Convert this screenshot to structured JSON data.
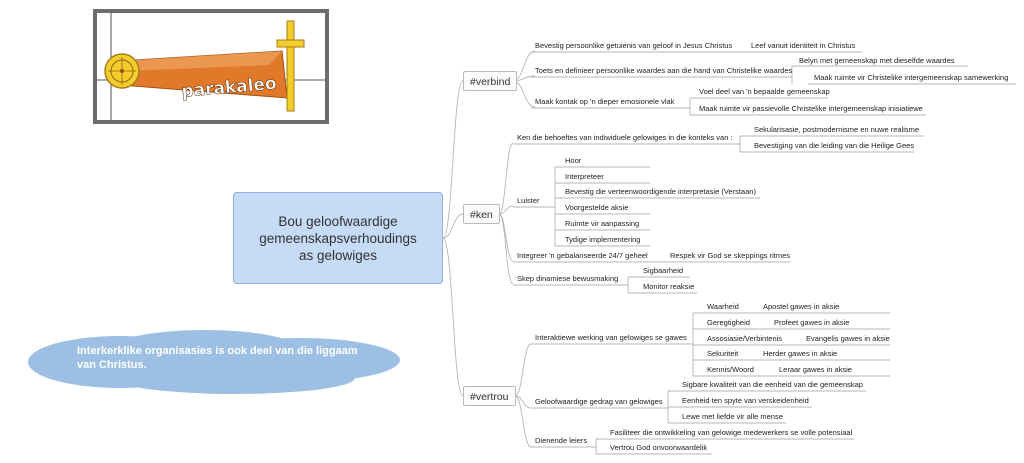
{
  "central": {
    "title": "Bou geloofwaardige\ngemeenskapsverhoudings\nas gelowiges"
  },
  "logo": {
    "wordmark": "parakaleo"
  },
  "cloud": {
    "text": "Interkerklike organisasies is ook deel van die liggaam van Christus."
  },
  "colors": {
    "central_fill": "#c6dbf6",
    "cloud_fill": "#9cbfe3",
    "logo_orange": "#e07a2a",
    "logo_gold": "#f4cc2c",
    "line": "#b5b5b5"
  },
  "branches": [
    {
      "label": "#verbind",
      "children": [
        {
          "label": "Bevestig persoonlike getuienis van geloof in Jesus Christus",
          "children": [
            {
              "label": "Leef vanuit identiteit in Christus"
            }
          ]
        },
        {
          "label": "Toets en definieer persoonlike waardes aan die hand van Christelike waardes",
          "children": [
            {
              "label": "Belyn met gemeenskap met dieselfde waardes"
            },
            {
              "label": "Maak ruimte vir Christelike intergemeenskap samewerking"
            }
          ]
        },
        {
          "label": "Maak kontak op 'n dieper emosionele vlak",
          "children": [
            {
              "label": "Voel deel van 'n bepaalde gemeenskap"
            },
            {
              "label": "Maak ruimte vir passievolle Christelike intergemeenskap inisiatiewe"
            }
          ]
        }
      ]
    },
    {
      "label": "#ken",
      "children": [
        {
          "label": "Ken die behoeftes van indiwiduele gelowiges in die konteks van :",
          "children": [
            {
              "label": "Sekularisasie, postmodernisme  en  nuwe realisme"
            },
            {
              "label": "Bevestiging van die leiding van die Heilige Gees"
            }
          ]
        },
        {
          "label": "Luister",
          "children": [
            {
              "label": "Hoor"
            },
            {
              "label": "Interpreteer"
            },
            {
              "label": "Bevestig die verteenwoordigende interpretasie (Verstaan)"
            },
            {
              "label": "Voorgestelde aksie"
            },
            {
              "label": "Ruimte vir aanpassing"
            },
            {
              "label": "Tydige implementering"
            }
          ]
        },
        {
          "label": "Integreer 'n gebalanseerde 24/7 geheel",
          "children": [
            {
              "label": "Respek vir God se skeppings ritmes"
            }
          ]
        },
        {
          "label": "Skep dinamiese  bewusmaking",
          "children": [
            {
              "label": "Sigbaarheid"
            },
            {
              "label": "Monitor reaksie"
            }
          ]
        }
      ]
    },
    {
      "label": "#vertrou",
      "children": [
        {
          "label": "Interaktiewe werking van gelowiges se gawes",
          "children": [
            {
              "label": "Waarheid",
              "children": [
                {
                  "label": "Apostel gawes in aksie"
                }
              ]
            },
            {
              "label": "Geregtigheid",
              "children": [
                {
                  "label": "Profeet gawes in aksie"
                }
              ]
            },
            {
              "label": "Assosiasie/Verbintenis",
              "children": [
                {
                  "label": "Evangelis gawes in aksie"
                }
              ]
            },
            {
              "label": "Sekuriteit",
              "children": [
                {
                  "label": "Herder gawes in aksie"
                }
              ]
            },
            {
              "label": "Kennis/Woord",
              "children": [
                {
                  "label": "Leraar gawes in aksie"
                }
              ]
            }
          ]
        },
        {
          "label": "Geloofwaardige gedrag van gelowiges",
          "children": [
            {
              "label": "Sigbare  kwaliteit van die eenheid van die gemeenskap"
            },
            {
              "label": "Eenheid ten spyte van verskeidenheid"
            },
            {
              "label": "Lewe met liefde vir alle mense"
            }
          ]
        },
        {
          "label": "Dienende leiers",
          "children": [
            {
              "label": "Fasiliteer die ontwikkeling van gelowige medewerkers se volle potensiaal"
            },
            {
              "label": "Vertrou God onvoorwaardelik"
            }
          ]
        }
      ]
    }
  ]
}
